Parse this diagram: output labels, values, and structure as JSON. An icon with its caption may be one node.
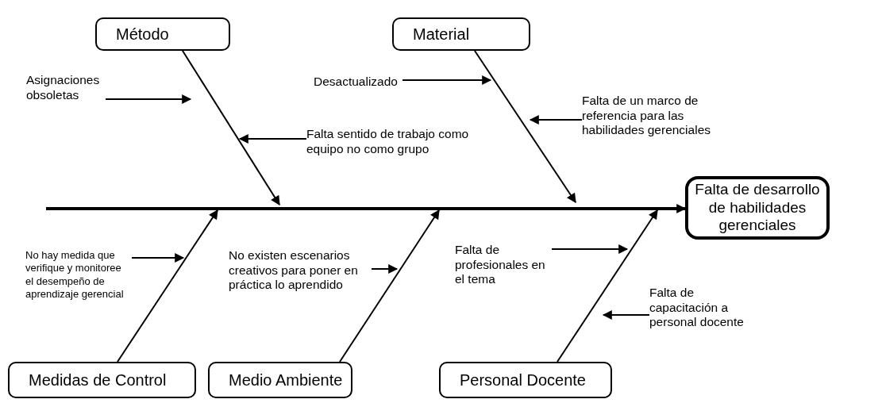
{
  "diagram": {
    "nodes": [
      {
        "text": [
          "Método"
        ]
      },
      {
        "text": [
          "Material"
        ]
      },
      {
        "text": [
          "Falta de desarrollo de habilidades gerenciales"
        ]
      },
      {
        "text": [
          "Medidas de Control"
        ]
      },
      {
        "text": [
          "Medio Ambiente"
        ]
      },
      {
        "text": [
          "Personal Docente"
        ]
      },
      {
        "text": [
          "Asignaciones obsoletas"
        ]
      },
      {
        "text": [
          "Desactualizado"
        ]
      },
      {
        "text": [
          "Falta sentido de trabajo como equipo no como grupo"
        ]
      },
      {
        "text": [
          "Falta de un marco de referencia para las habilidades gerenciales"
        ]
      },
      {
        "text": [
          "No hay medida que verifique y monitoree el desempeño de aprendizaje gerencial"
        ]
      },
      {
        "text": [
          "No existen escenarios creativos para poner en práctica lo aprendido"
        ]
      },
      {
        "text": [
          "Falta de profesionales en el tema"
        ]
      },
      {
        "text": [
          "Falta de capacitación a personal docente"
        ]
      }
    ],
    "edges": [
      {
        "from": null,
        "to": 2,
        "arrow": "to",
        "style": "thick"
      },
      {
        "from": 0,
        "to": null,
        "arrow": "to"
      },
      {
        "from": 1,
        "to": null,
        "arrow": "to"
      },
      {
        "from": 3,
        "to": null,
        "arrow": "to"
      },
      {
        "from": 4,
        "to": null,
        "arrow": "to"
      },
      {
        "from": 5,
        "to": null,
        "arrow": "to"
      },
      {
        "from": 6,
        "to": null,
        "arrow": "to"
      },
      {
        "from": 7,
        "to": null,
        "arrow": "to"
      },
      {
        "from": 8,
        "to": null,
        "arrow": "to"
      },
      {
        "from": 9,
        "to": null,
        "arrow": "to"
      },
      {
        "from": 10,
        "to": null,
        "arrow": "to"
      },
      {
        "from": 11,
        "to": null,
        "arrow": "to"
      },
      {
        "from": 12,
        "to": null,
        "arrow": "to"
      },
      {
        "from": 13,
        "to": null,
        "arrow": "to"
      }
    ]
  }
}
